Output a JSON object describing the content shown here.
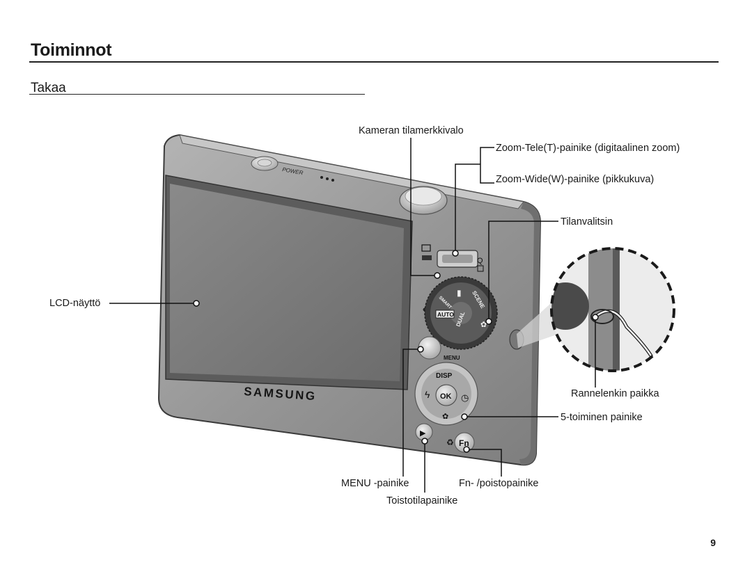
{
  "heading": {
    "title": "Toiminnot",
    "subtitle": "Takaa"
  },
  "labels": {
    "mode_lamp": "Kameran tilamerkkivalo",
    "zoom_tele": "Zoom-Tele(T)-painike (digitaalinen zoom)",
    "zoom_wide": "Zoom-Wide(W)-painike (pikkukuva)",
    "mode_dial": "Tilanvalitsin",
    "lcd": "LCD-näyttö",
    "strap": "Rannelenkin paikka",
    "five_function": "5-toiminen painike",
    "menu_button": "MENU -painike",
    "fn_button": "Fn- /poistopainike",
    "play_button": "Toistotilapainike"
  },
  "camera": {
    "brand": "SAMSUNG",
    "power": "POWER",
    "menu": "MENU",
    "disp": "DISP",
    "ok": "OK",
    "fn": "Fn",
    "auto": "AUTO",
    "dual": "DUAL",
    "scene": "SCENE",
    "smart": "SMART"
  },
  "colors": {
    "body": "#8f8f8f",
    "lcd": "#7a7a7a",
    "leader": "#111111"
  },
  "page_number": "9"
}
